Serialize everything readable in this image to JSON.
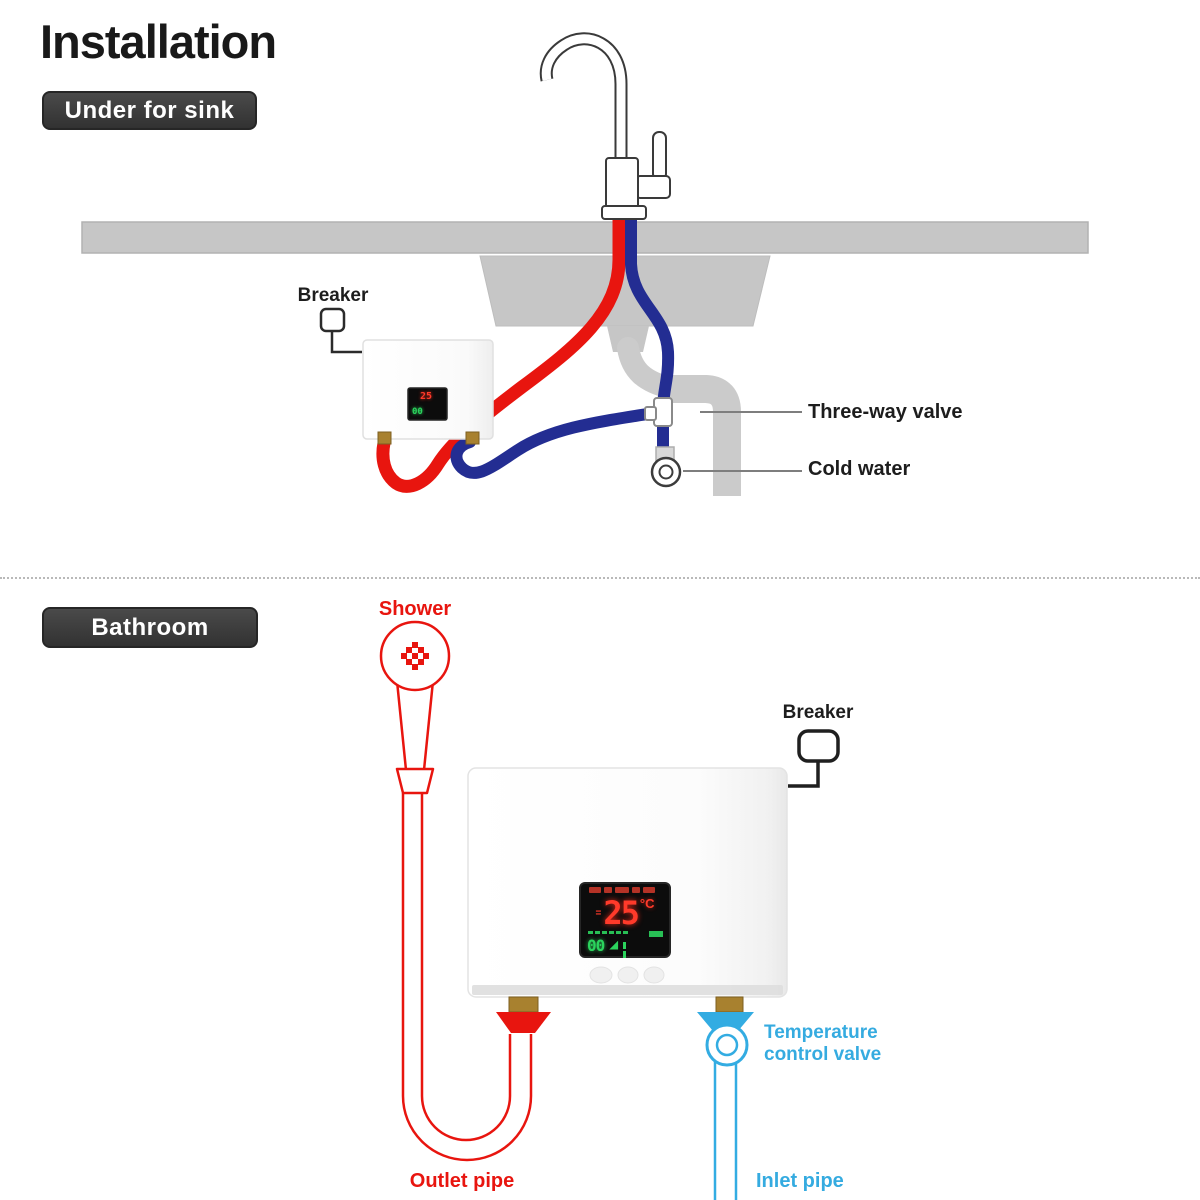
{
  "page": {
    "title": "Installation"
  },
  "sections": {
    "under_sink": {
      "badge": "Under for sink",
      "breaker_label": "Breaker",
      "three_way_valve_label": "Three-way valve",
      "cold_water_label": "Cold water",
      "heater_display": {
        "temperature": "25",
        "bottom_value": "00"
      }
    },
    "bathroom": {
      "badge": "Bathroom",
      "shower_label": "Shower",
      "breaker_label": "Breaker",
      "temperature_control_valve_label": {
        "line1": "Temperature",
        "line2": "control valve"
      },
      "outlet_pipe_label": "Outlet pipe",
      "inlet_pipe_label": "Inlet pipe",
      "heater_display": {
        "temperature": "25",
        "degree_unit": "°C",
        "power_value": "00"
      }
    }
  },
  "icons": {
    "shower-head-icon": "red outline circle with spray-hole dots",
    "breaker-icon": "rounded square switch box",
    "three-way-valve-icon": "white tee fitting",
    "cold-water-inlet-icon": "double circle fitting",
    "temperature-control-valve-icon": "light-blue double circle",
    "water-flow-icon": "green triangle",
    "heating-alert-icon": "green bar and dot"
  },
  "colors": {
    "hot_red": "#e8150f",
    "cold_dark_blue": "#232d92",
    "cold_light_blue": "#33ace2",
    "badge_background": "#3c3c3c",
    "counter_gray": "#c6c6c6",
    "display_background": "#0c0c0c",
    "display_red": "#ff3a2a",
    "display_green": "#2bd35d",
    "brass": "#a8812f"
  }
}
